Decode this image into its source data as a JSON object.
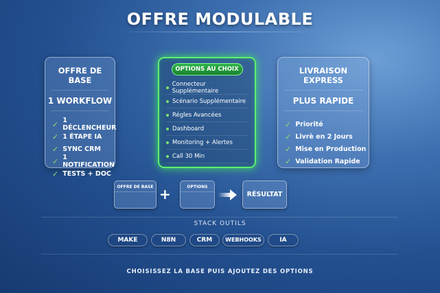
{
  "title": "OFFRE MODULABLE",
  "base": {
    "heading": "OFFRE DE BASE",
    "subheading": "1 WORKFLOW",
    "items": [
      "1 DÉCLENCHEUR",
      "1 ÉTAPE IA",
      "SYNC CRM",
      "1 NOTIFICATION",
      "TESTS + DOC"
    ]
  },
  "options": {
    "badge": "OPTIONS AU CHOIX",
    "items": [
      "Connecteur Supplémentaire",
      "Scénario Supplémentaire",
      "Régles Avancées",
      "Dashboard",
      "Monitoring + Alertes",
      "Call 30 Min"
    ]
  },
  "express": {
    "heading": "LIVRAISON EXPRESS",
    "subheading": "PLUS RAPIDE",
    "items": [
      "Priorité",
      "Livrè en 2 Jours",
      "Mise en Production",
      "Validation Rapide"
    ]
  },
  "flow": {
    "base_label": "OFFRE DE BASE",
    "plus": "+",
    "options_label": "OPTIONS",
    "result_label": "RÉSULTAT"
  },
  "stack": {
    "heading": "STACK OUTILS",
    "tools": [
      "MAKE",
      "N8N",
      "CRM",
      "WEBHOOKS",
      "IA"
    ]
  },
  "footer": "CHOISISSEZ LA BASE PUIS AJOUTEZ DES OPTIONS",
  "colors": {
    "accent_green": "#5df070",
    "background": "#23508f"
  }
}
